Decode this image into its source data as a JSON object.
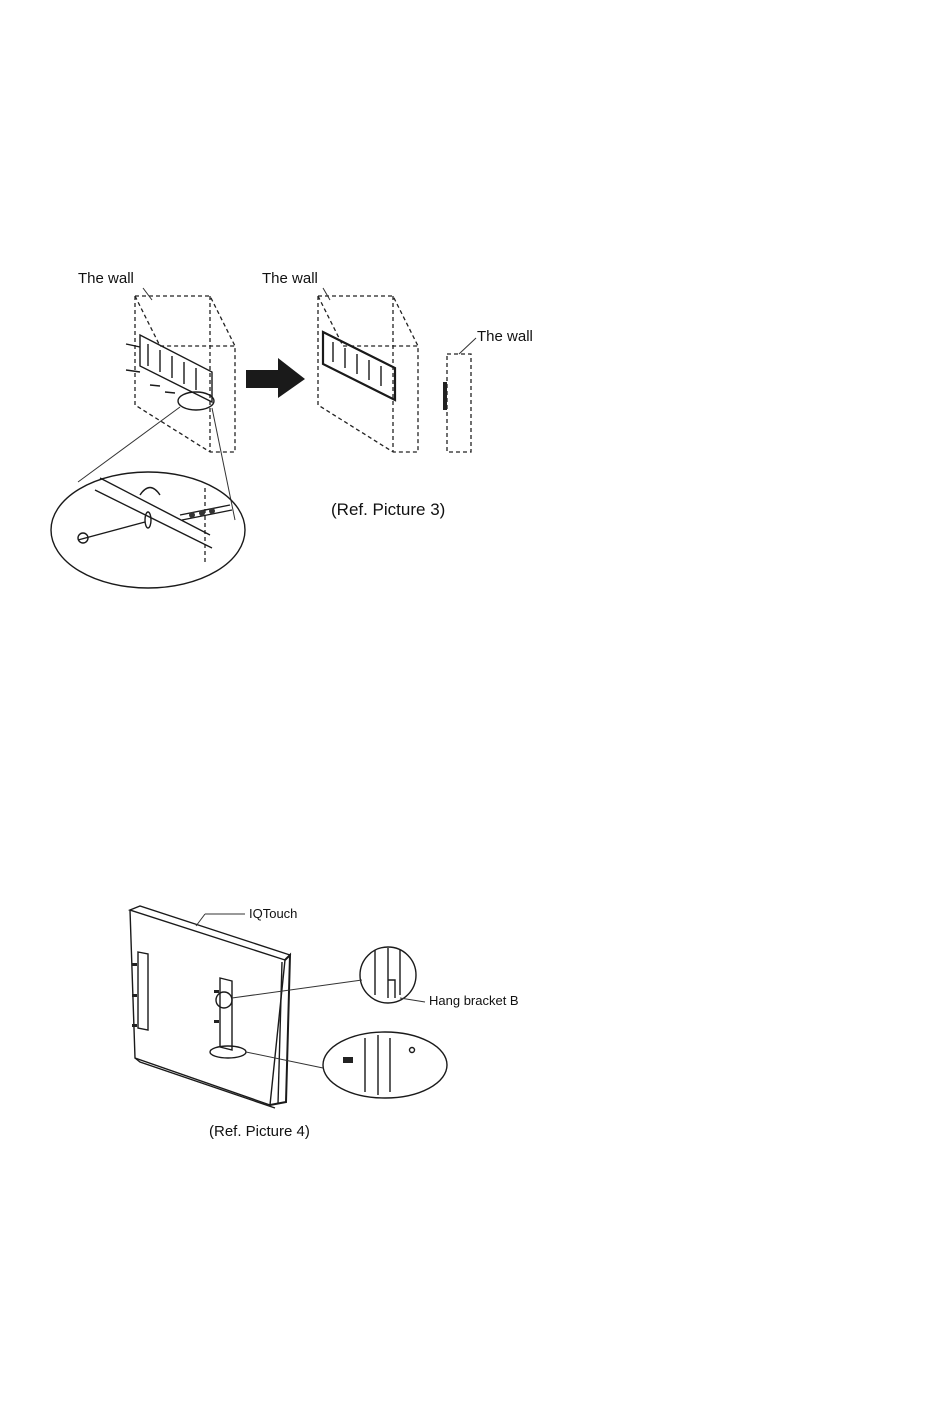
{
  "figure3": {
    "labels": {
      "wall_left": "The wall",
      "wall_middle": "The wall",
      "wall_right": "The wall"
    },
    "caption": "(Ref. Picture 3)"
  },
  "figure4": {
    "labels": {
      "device": "IQTouch",
      "bracket": "Hang bracket B"
    },
    "caption": "(Ref. Picture 4)"
  }
}
